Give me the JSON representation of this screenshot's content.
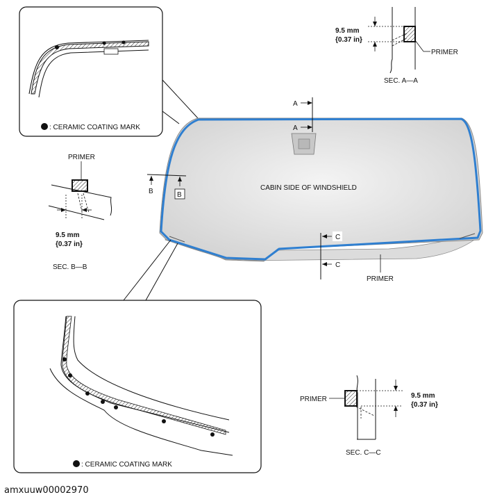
{
  "callouts": {
    "ceramic_mark_legend_top": ": CERAMIC COATING MARK",
    "ceramic_mark_legend_bottom": ": CERAMIC COATING MARK"
  },
  "windshield": {
    "label": "CABIN SIDE OF WINDSHIELD",
    "primer_label": "PRIMER",
    "primer_color": "#2f7fd0",
    "section_markers": {
      "a1": "A",
      "a2": "A",
      "b1": "B",
      "b2": "B",
      "c1": "C",
      "c2": "C"
    }
  },
  "section_a": {
    "dimension": "9.5 mm",
    "dimension_in": "{0.37 in}",
    "primer_label": "PRIMER",
    "caption": "SEC. A—A"
  },
  "section_b": {
    "dimension": "9.5 mm",
    "dimension_in": "{0.37 in}",
    "primer_label": "PRIMER",
    "caption": "SEC. B—B"
  },
  "section_c": {
    "dimension": "9.5 mm",
    "dimension_in": "{0.37 in}",
    "primer_label": "PRIMER",
    "caption": "SEC. C—C"
  },
  "image_id": "amxuuw00002970"
}
